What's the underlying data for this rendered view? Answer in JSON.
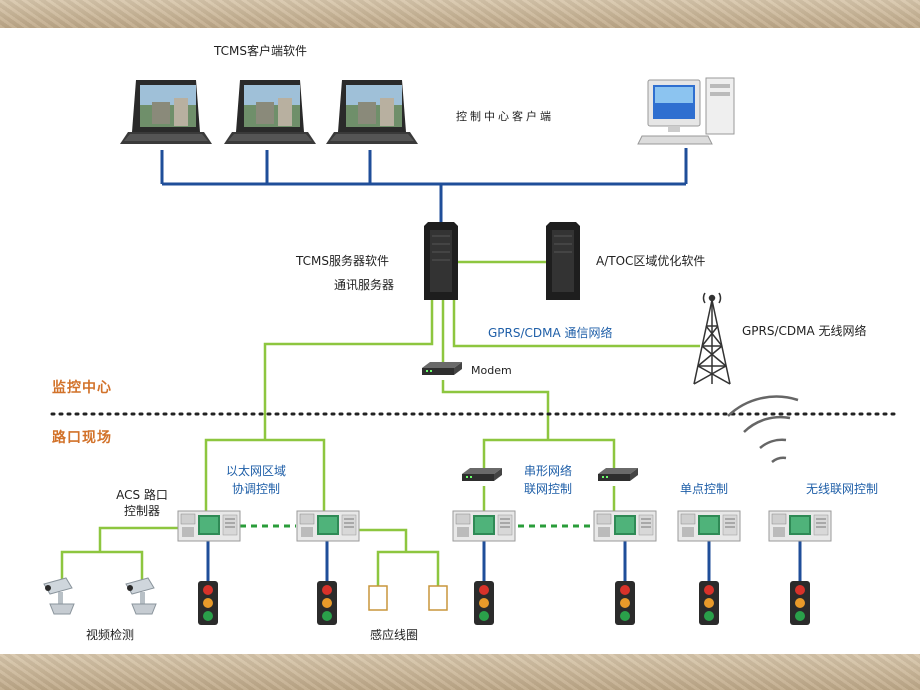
{
  "labels": {
    "tcms_client": "TCMS客户端软件",
    "control_center_client": "控制中心客户端",
    "tcms_server": "TCMS服务器软件",
    "comm_server": "通讯服务器",
    "atoc": "A/TOC区域优化软件",
    "gprs_comm": "GPRS/CDMA 通信网络",
    "gprs_wireless": "GPRS/CDMA 无线网络",
    "modem": "Modem",
    "zone_monitor": "监控中心",
    "zone_field": "路口现场",
    "acs_line1": "ACS 路口",
    "acs_line2": "控制器",
    "ethernet_line1": "以太网区域",
    "ethernet_line2": "协调控制",
    "serial_line1": "串形网络",
    "serial_line2": "联网控制",
    "single_point": "单点控制",
    "wireless_network": "无线联网控制",
    "video_detection": "视频检测",
    "induction_loop": "感应线圈"
  },
  "colors": {
    "blue_link": "#1f4e99",
    "green_link": "#8dc63f",
    "dashed_link": "#2a9d3a",
    "zone_label": "#d2722a",
    "network_label": "#1f5fa8"
  },
  "icons": [
    "laptop-icon",
    "desktop-computer-icon",
    "server-rack-icon",
    "modem-icon",
    "radio-tower-icon",
    "wireless-waves-icon",
    "controller-cabinet-icon",
    "traffic-light-icon",
    "cctv-camera-icon",
    "induction-loop-icon"
  ]
}
